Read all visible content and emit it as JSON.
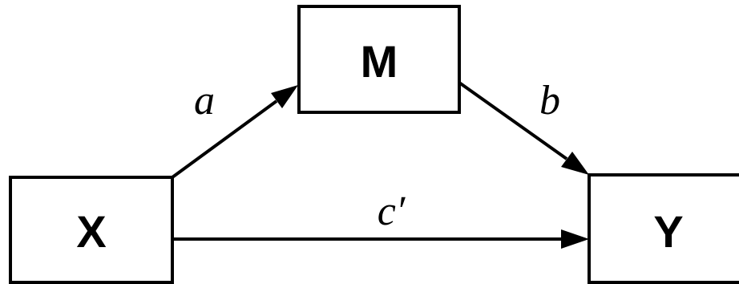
{
  "nodes": {
    "x": {
      "label": "X"
    },
    "m": {
      "label": "M"
    },
    "y": {
      "label": "Y"
    }
  },
  "paths": {
    "a": {
      "label": "a"
    },
    "b": {
      "label": "b"
    },
    "c_prime": {
      "label": "c′"
    }
  },
  "colors": {
    "stroke": "#000000",
    "background": "#ffffff"
  }
}
